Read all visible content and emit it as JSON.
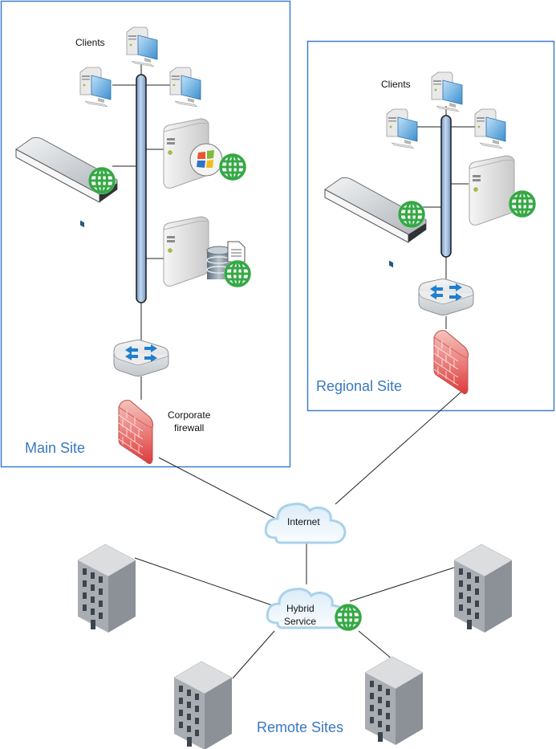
{
  "colors": {
    "site_border": "#3f7fcc",
    "site_label": "#3a78c0",
    "link": "#222222",
    "bus": "#9fbddf",
    "globe": "#35a845",
    "cloud_fill": "#eef6fc",
    "cloud_stroke": "#a9d2ea",
    "firewall": "#e57b78",
    "switch_arrow": "#1f7fcf",
    "building_front": "#a9adb3",
    "building_side": "#8c9198",
    "building_top": "#d9dadc"
  },
  "main_site": {
    "label": "Main Site",
    "clients_label": "Clients",
    "firewall_label_line1": "Corporate",
    "firewall_label_line2": "firewall",
    "devices": [
      "client-pc-top",
      "client-pc-left",
      "client-pc-right",
      "rack-server-web",
      "windows-web-server",
      "database-web-server",
      "network-switch",
      "corporate-firewall"
    ]
  },
  "regional_site": {
    "label": "Regional Site",
    "clients_label": "Clients",
    "devices": [
      "client-pc-top",
      "client-pc-left",
      "client-pc-right",
      "rack-server-web",
      "tower-web-server",
      "network-switch",
      "firewall"
    ]
  },
  "internet": {
    "label": "Internet"
  },
  "hybrid_service": {
    "label_line1": "Hybrid",
    "label_line2": "Service"
  },
  "remote_sites": {
    "label": "Remote Sites",
    "count": 4
  }
}
